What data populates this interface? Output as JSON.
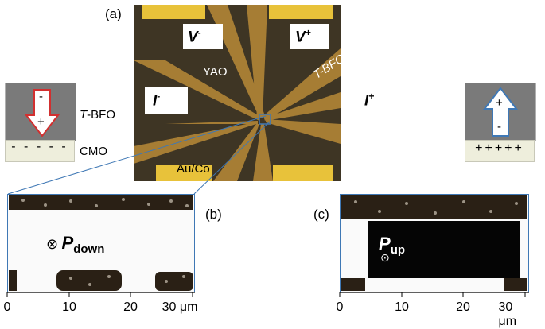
{
  "panel_a": {
    "label": "(a)",
    "electrodes": {
      "v_minus": "V",
      "v_minus_sup": "-",
      "v_plus": "V",
      "v_plus_sup": "+",
      "i_minus": "I",
      "i_minus_sup": "-",
      "i_plus": "I",
      "i_plus_sup": "+"
    },
    "yao_label": "YAO",
    "film_label": "T-BFO/CMO",
    "contact_label": "Au/Co"
  },
  "left_schematic": {
    "arrow_top_sign": "-",
    "arrow_bottom_sign": "+",
    "film_label_italic": "T",
    "film_label_rest": "-BFO",
    "substrate_label": "CMO",
    "substrate_charges": "- - - - -"
  },
  "right_schematic": {
    "arrow_top_sign": "+",
    "arrow_bottom_sign": "-",
    "substrate_charges": "+++++"
  },
  "panel_b": {
    "label": "(b)",
    "symbol": "⊗",
    "p_letter": "P",
    "p_sub": "down",
    "ticks": [
      "0",
      "10",
      "20",
      "30 μm"
    ]
  },
  "panel_c": {
    "label": "(c)",
    "symbol": "⊙",
    "p_letter": "P",
    "p_sub": "up",
    "ticks": [
      "0",
      "10",
      "20",
      "30 μm"
    ]
  },
  "colors": {
    "pad_gold": "#e8c23a",
    "film_tan": "#a67d34",
    "substrate_dark": "#3e3524",
    "frame_blue": "#3f78b5",
    "schematic_grey": "#7a7a7a"
  }
}
